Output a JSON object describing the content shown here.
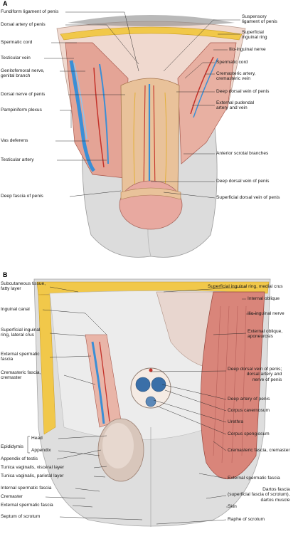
{
  "panelA": {
    "letter": "A",
    "labels": {
      "fundiform": "Fundiform ligament of penis",
      "dorsal_artery": "Dorsal artery of penis",
      "spermatic_cord_l": "Spermatic cord",
      "testicular_vein": "Testicular vein",
      "genitofemoral_1": "Genitofemoral nerve,",
      "genitofemoral_2": "genital branch",
      "dorsal_nerve": "Dorsal nerve of penis",
      "pampiniform": "Pampiniform plexus",
      "vas_deferens": "Vas deferens",
      "testicular_artery": "Testicular artery",
      "deep_fascia": "Deep fascia of penis",
      "suspensory_1": "Suspensory",
      "suspensory_2": "ligament of penis",
      "superficial_ring_1": "Superficial",
      "superficial_ring_2": "inguinal ring",
      "ilio_inguinal": "Ilio-inguinal nerve",
      "spermatic_cord_r": "Spermatic cord",
      "cremasteric_1": "Cremasteric artery,",
      "cremasteric_2": "cremasteric vein",
      "deep_dorsal_vein_1": "Deep dorsal vein of penis",
      "ext_pudendal_1": "External pudendal",
      "ext_pudendal_2": "artery and vein",
      "ant_scrotal": "Anterior scrotal branches",
      "deep_dorsal_vein_2": "Deep dorsal vein of penis",
      "superficial_dorsal": "Superficial dorsal vein of penis"
    }
  },
  "panelB": {
    "letter": "B",
    "labels": {
      "subcut_1": "Subcutaneous tissue,",
      "subcut_2": "fatty layer",
      "inguinal_canal": "Inguinal canal",
      "sup_ring_lat_1": "Superficial inguinal",
      "sup_ring_lat_2": "ring, lateral crus",
      "ext_sperm_fascia_1": "External spermatic",
      "ext_sperm_fascia_2": "fascia",
      "crem_fascia_1": "Cremasteric fascia,",
      "crem_fascia_2": "cremaster",
      "epididymis": "Epididymis",
      "head": "Head",
      "appendix": "Appendix",
      "appendix_testis": "Appendix of testis",
      "tunica_visceral": "Tunica vaginalis, visceral layer",
      "tunica_parietal": "Tunica vaginalis, parietal layer",
      "internal_sperm": "Internal spermatic fascia",
      "cremaster": "Cremaster",
      "ext_sperm_fascia_b": "External spermatic fascia",
      "septum": "Septum of scrotum",
      "sup_ring_medial": "Superficial inguinal ring, medial crus",
      "internal_oblique": "Internal oblique",
      "ilio_inguinal_b": "Ilio-inguinal nerve",
      "ext_oblique_1": "External oblique,",
      "ext_oblique_2": "aponeurosis",
      "deep_dorsal_b_1": "Deep dorsal vein of penis;",
      "deep_dorsal_b_2": "dorsal artery and",
      "deep_dorsal_b_3": "nerve of penis",
      "deep_artery": "Deep artery of penis",
      "corpus_cav": "Corpus cavernosum",
      "urethra": "Urethra",
      "corpus_spong": "Corpus spongiosum",
      "crem_fascia_r": "Cremasteric fascia, cremaster",
      "ext_sperm_fascia_r": "External spermatic fascia",
      "dartos_1": "Dartos fascia",
      "dartos_2": "(superficial fascia of scrotum),",
      "dartos_3": "dartos muscle",
      "skin": "Skin",
      "raphe": "Raphe of scrotum"
    }
  },
  "colors": {
    "skin": "#f2d7cc",
    "muscle": "#d9857a",
    "fat": "#f1c84a",
    "vein": "#3a8fd6",
    "artery": "#c4322a",
    "fascia_gray": "#d6d6d6"
  }
}
